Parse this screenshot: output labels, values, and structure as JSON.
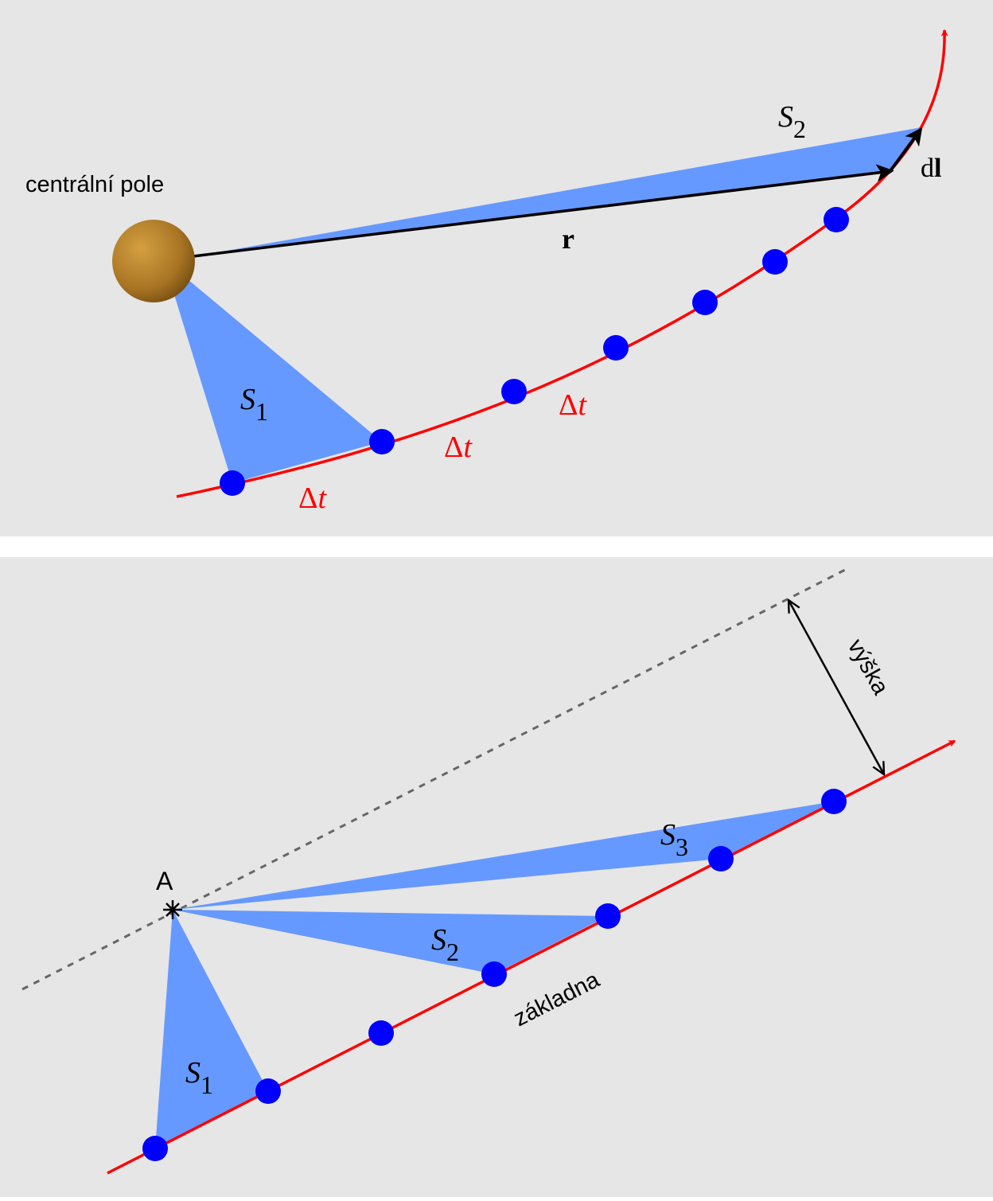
{
  "colors": {
    "panel_bg": "#e6e6e6",
    "area_fill": "#6699ff",
    "trajectory": "#ff0000",
    "point": "#0000ff",
    "vector": "#000000",
    "dashed_line": "#666666",
    "body": "#b07d2a"
  },
  "top_panel": {
    "central_label": "centrální pole",
    "area_S1": {
      "base": "S",
      "sub": "1"
    },
    "area_S2": {
      "base": "S",
      "sub": "2"
    },
    "r_label": "r",
    "dl_label": {
      "prefix": "d",
      "bold": "l"
    },
    "dt_labels": [
      {
        "delta": "Δ",
        "var": "t"
      },
      {
        "delta": "Δ",
        "var": "t"
      },
      {
        "delta": "Δ",
        "var": "t"
      }
    ]
  },
  "bottom_panel": {
    "point_label": "A",
    "height_label": "výška",
    "base_label": "základna",
    "area_S1": {
      "base": "S",
      "sub": "1"
    },
    "area_S2": {
      "base": "S",
      "sub": "2"
    },
    "area_S3": {
      "base": "S",
      "sub": "3"
    }
  }
}
